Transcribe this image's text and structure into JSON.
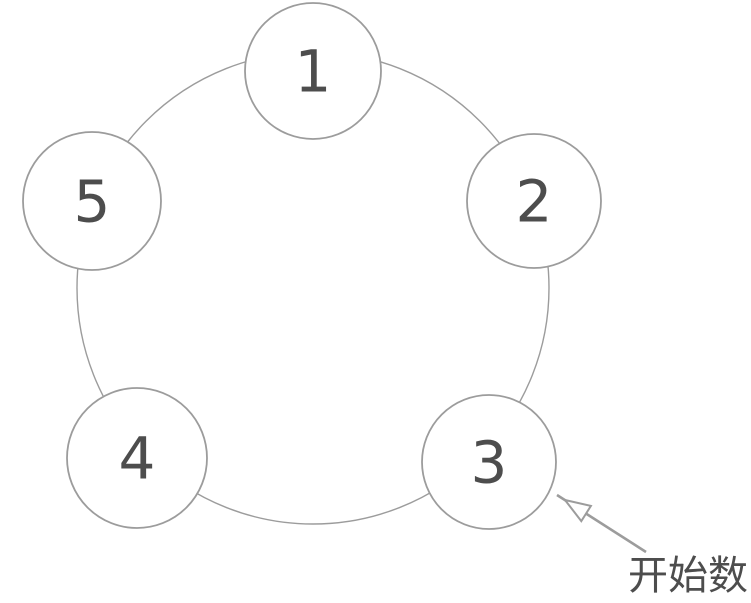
{
  "diagram": {
    "type": "counting-circle",
    "background": "#ffffff",
    "colors": {
      "stroke": "#9c9c9c",
      "number": "#4d4d4d",
      "label": "#4d4d4d",
      "node_fill": "#ffffff",
      "arrow": "#9c9c9c",
      "arrowhead_fill": "#ffffff"
    },
    "nodes": [
      {
        "label": "1",
        "position": "top"
      },
      {
        "label": "2",
        "position": "right"
      },
      {
        "label": "3",
        "position": "bottom-right"
      },
      {
        "label": "4",
        "position": "bottom-left"
      },
      {
        "label": "5",
        "position": "left"
      }
    ],
    "annotation": {
      "label": "开始数",
      "points_to_node": "3"
    }
  }
}
